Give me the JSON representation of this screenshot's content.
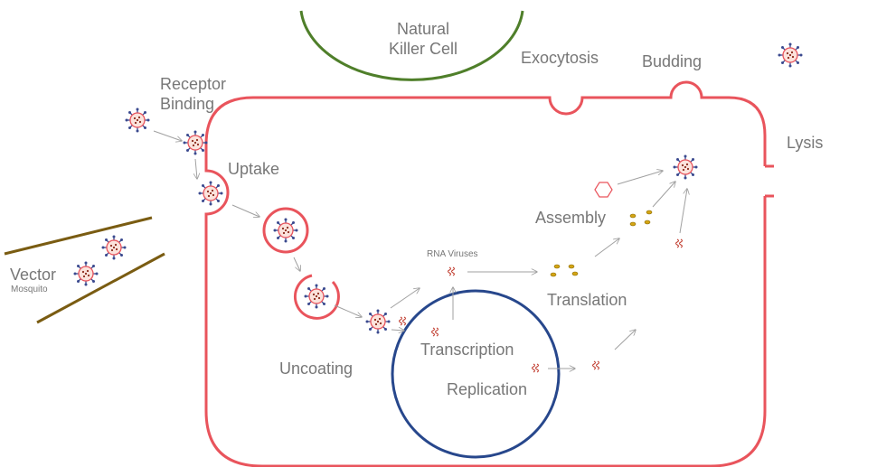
{
  "colors": {
    "cell_membrane": "#e9545c",
    "nucleus": "#27478c",
    "nk_cell": "#4f7f2a",
    "vector": "#7a5c12",
    "arrow": "#a0a0a0",
    "text": "#777777",
    "virus_spike": "#3b4a8f",
    "virus_core": "#c0392b",
    "protein": "#d4a514"
  },
  "labels": {
    "nk_line1": "Natural",
    "nk_line2": "Killer Cell",
    "exocytosis": "Exocytosis",
    "budding": "Budding",
    "receptor_line1": "Receptor",
    "receptor_line2": "Binding",
    "uptake": "Uptake",
    "lysis": "Lysis",
    "assembly": "Assembly",
    "rna_viruses": "RNA Viruses",
    "translation": "Translation",
    "transcription": "Transcription",
    "replication": "Replication",
    "uncoating": "Uncoating",
    "vector": "Vector",
    "mosquito": "Mosquito"
  }
}
